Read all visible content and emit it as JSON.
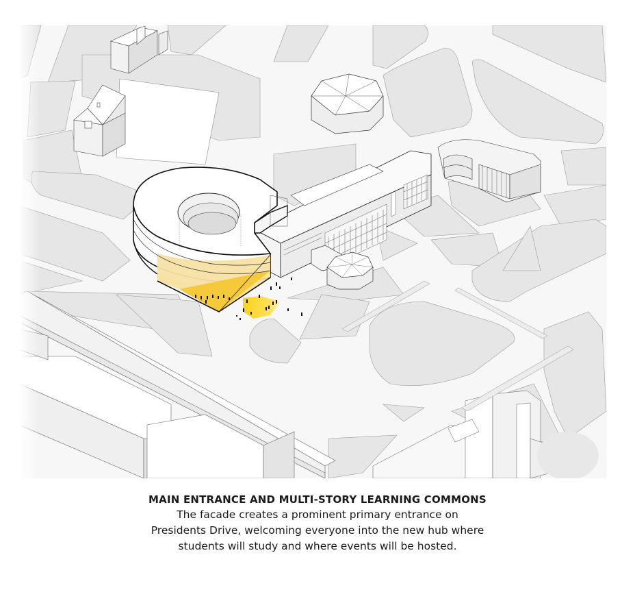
{
  "diagram": {
    "type": "axonometric-site-plan",
    "subject": "Main entrance and multi-story learning commons",
    "colors": {
      "background": "#ffffff",
      "lawn": "#e6e6e6",
      "road": "#f7f7f7",
      "building": "#fbfbfb",
      "building_shade": "#e2e2e2",
      "highlight_yellow": "#f7e2a4",
      "highlight_yellow_strong": "#f5c93a",
      "entrance_arrow": "#ffd21f",
      "outline": "#1a1a1a"
    },
    "elements": [
      {
        "name": "learning-commons-drum",
        "highlight": "facade"
      },
      {
        "name": "main-library-block"
      },
      {
        "name": "octagonal-pavilion-front"
      },
      {
        "name": "octagonal-pavilion-rear"
      },
      {
        "name": "curved-wing-building"
      },
      {
        "name": "houses-northwest"
      },
      {
        "name": "entrance-arrow"
      },
      {
        "name": "people-figures"
      },
      {
        "name": "long-bar-building-south"
      },
      {
        "name": "tower-block-southeast"
      }
    ]
  },
  "caption": {
    "title": "MAIN ENTRANCE AND MULTI-STORY LEARNING COMMONS",
    "line1": "The facade creates a prominent primary entrance on",
    "line2": "Presidents Drive, welcoming everyone into the new hub where",
    "line3": "students will study and where events will be hosted."
  }
}
